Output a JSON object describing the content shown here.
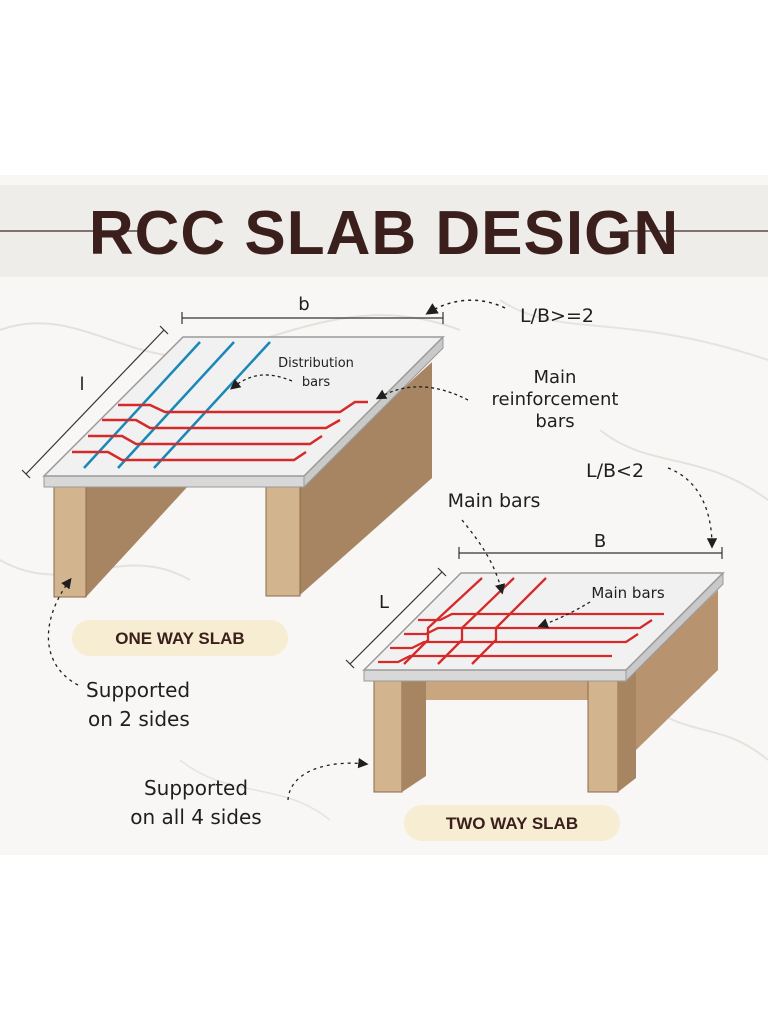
{
  "title": "RCC SLAB DESIGN",
  "one_way": {
    "dim_width": "b",
    "dim_length": "l",
    "ratio": "L/B>=2",
    "distribution_label_1": "Distribution",
    "distribution_label_2": "bars",
    "main_label_1": "Main",
    "main_label_2": "reinforcement",
    "main_label_3": "bars",
    "badge": "ONE WAY SLAB",
    "support_1": "Supported",
    "support_2": "on 2 sides"
  },
  "two_way": {
    "dim_width": "B",
    "dim_length": "L",
    "ratio": "L/B<2",
    "main_bars_top": "Main bars",
    "main_bars_inner": "Main bars",
    "badge": "TWO WAY SLAB",
    "support_1": "Supported",
    "support_2": "on all 4 sides"
  },
  "colors": {
    "title": "#3a1f1c",
    "wood": "#d2b48f",
    "wood_dark": "#a88562",
    "slab_top": "#f1f1f1",
    "slab_edge": "#d8d8d8",
    "distribution_bar": "#1b87b8",
    "main_bar": "#d62a2a",
    "badge_bg": "#f6edd2"
  }
}
